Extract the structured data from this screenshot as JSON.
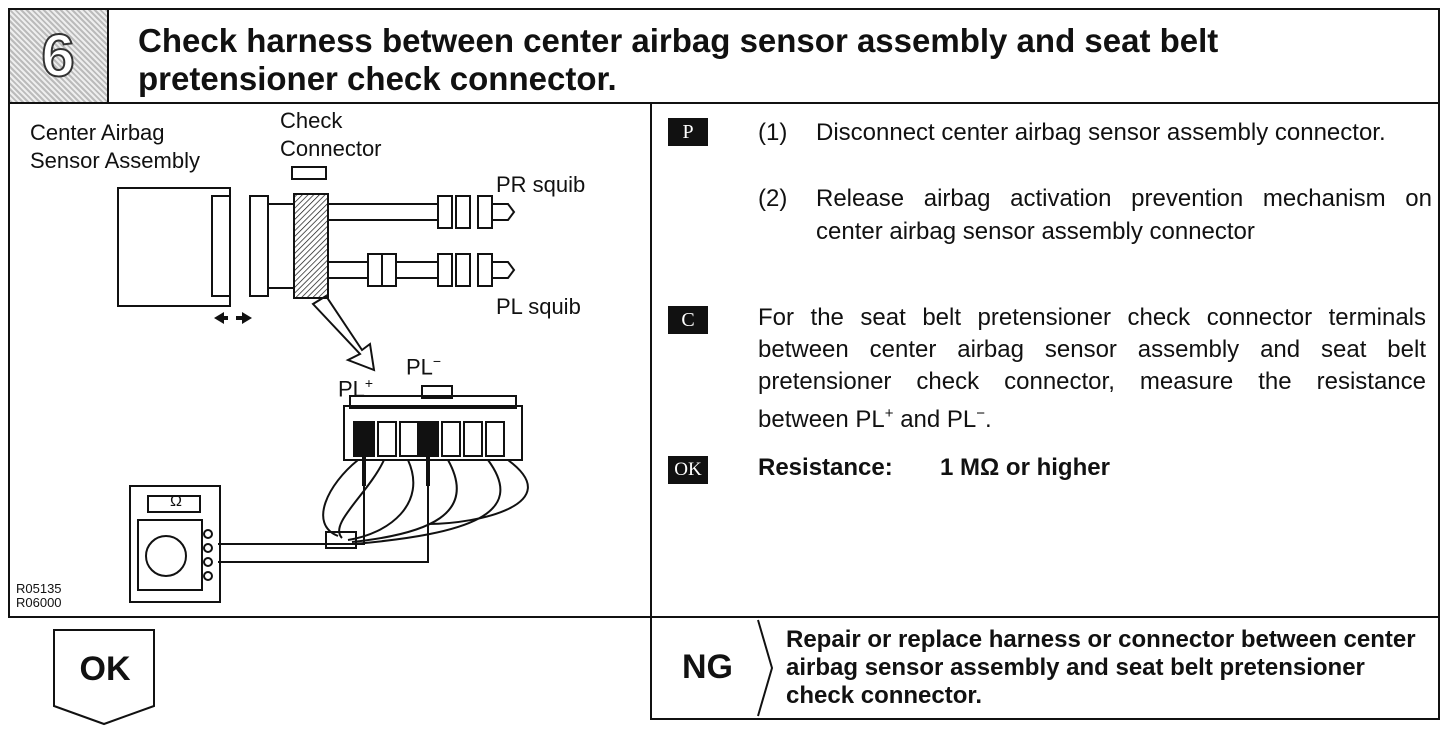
{
  "header": {
    "step_number": "6",
    "title": "Check harness between center airbag sensor assembly and seat belt pretensioner check connector."
  },
  "diagram": {
    "label_sensor_line1": "Center Airbag",
    "label_sensor_line2": "Sensor Assembly",
    "label_check_line1": "Check",
    "label_check_line2": "Connector",
    "label_pr": "PR squib",
    "label_pl": "PL squib",
    "label_plus": "PL",
    "label_plus_sup": "+",
    "label_minus": "PL",
    "label_minus_sup": "−",
    "meter_symbol": "Ω",
    "code_line1": "R05135",
    "code_line2": "R06000"
  },
  "right": {
    "badge_p": "P",
    "step1_num": "(1)",
    "step1_text": "Disconnect center airbag sensor assembly connector.",
    "step2_num": "(2)",
    "step2_text": "Release airbag activation prevention mechanism on center airbag sensor assembly connector",
    "badge_c": "C",
    "check_text_a": "For the seat belt pretensioner check connector terminals between center airbag sensor assembly and seat belt pretensioner check connector, measure the resistance between PL",
    "check_sup_plus": "+",
    "check_and": " and PL",
    "check_sup_minus": "−",
    "check_end": ".",
    "badge_ok": "OK",
    "resistance_label": "Resistance:",
    "resistance_value": "1 MΩ or higher"
  },
  "bottom": {
    "ok_label": "OK",
    "ng_label": "NG",
    "ng_text": "Repair or replace harness or connector between center airbag sensor assembly and seat belt pretensioner check connector."
  }
}
